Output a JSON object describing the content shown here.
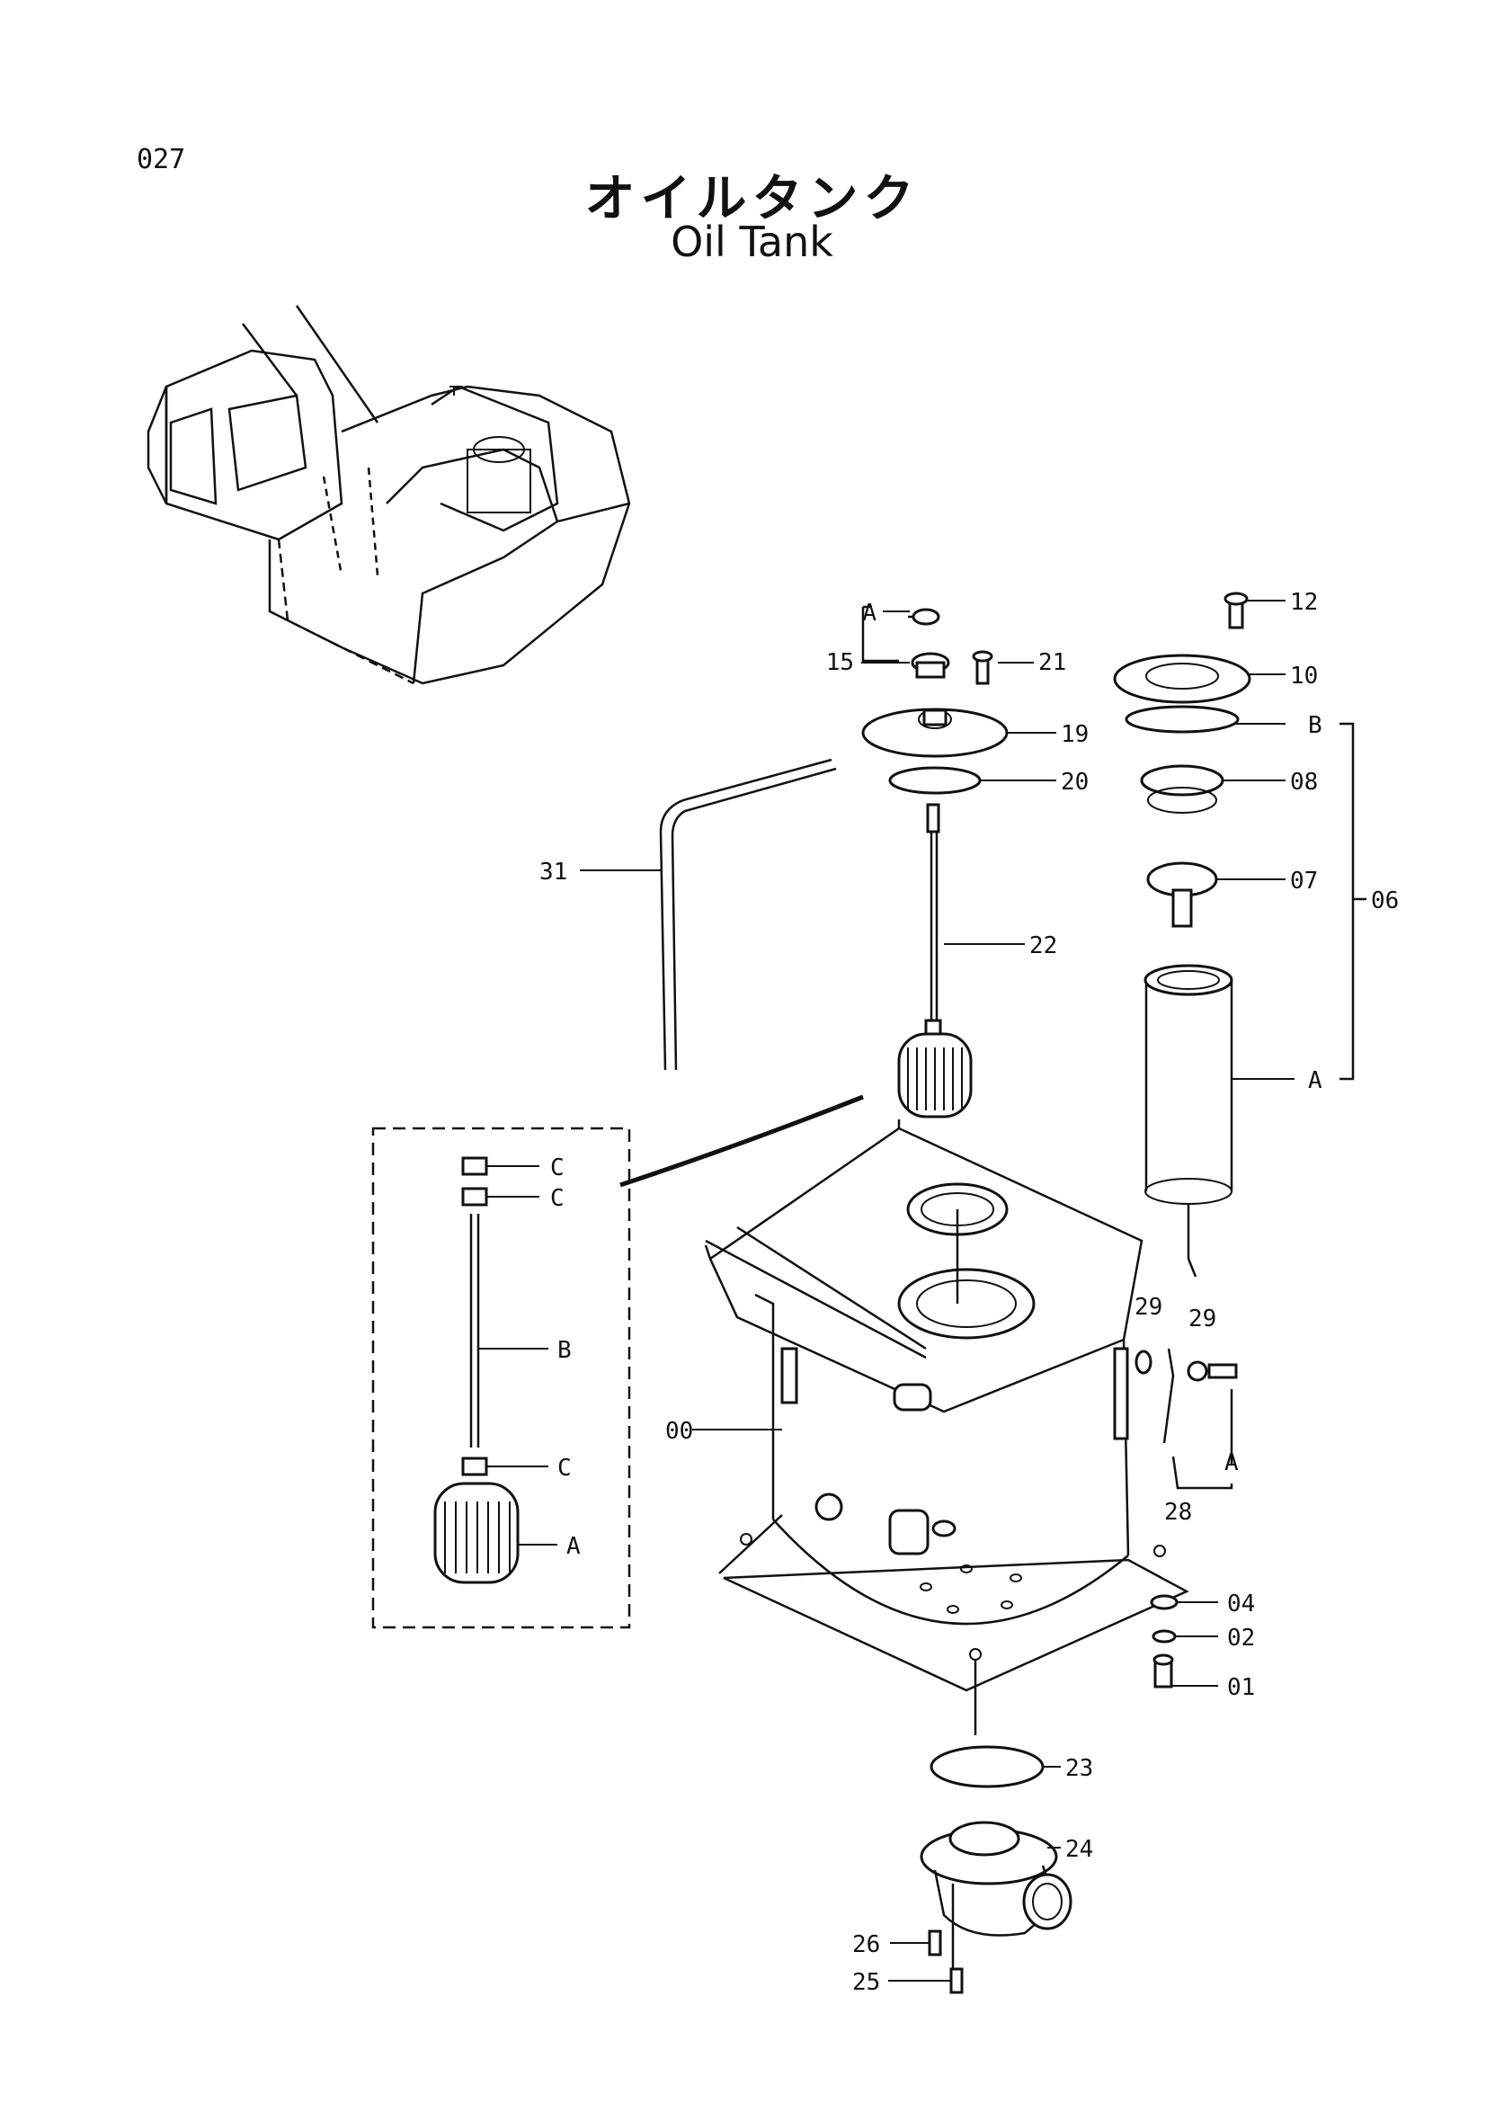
{
  "header": {
    "page_code": "027",
    "title_jp": "オイルタンク",
    "title_en": "Oil Tank"
  },
  "callouts": [
    {
      "id": "A1",
      "text": "A"
    },
    {
      "id": "15",
      "text": "15"
    },
    {
      "id": "21",
      "text": "21"
    },
    {
      "id": "19",
      "text": "19"
    },
    {
      "id": "20",
      "text": "20"
    },
    {
      "id": "31",
      "text": "31"
    },
    {
      "id": "22",
      "text": "22"
    },
    {
      "id": "12",
      "text": "12"
    },
    {
      "id": "10",
      "text": "10"
    },
    {
      "id": "B1",
      "text": "B"
    },
    {
      "id": "08",
      "text": "08"
    },
    {
      "id": "07",
      "text": "07"
    },
    {
      "id": "06",
      "text": "06"
    },
    {
      "id": "A2",
      "text": "A"
    },
    {
      "id": "C1",
      "text": "C"
    },
    {
      "id": "C2",
      "text": "C"
    },
    {
      "id": "B2",
      "text": "B"
    },
    {
      "id": "C3",
      "text": "C"
    },
    {
      "id": "A3",
      "text": "A"
    },
    {
      "id": "00",
      "text": "00"
    },
    {
      "id": "29a",
      "text": "29"
    },
    {
      "id": "29b",
      "text": "29"
    },
    {
      "id": "A4",
      "text": "A"
    },
    {
      "id": "28",
      "text": "28"
    },
    {
      "id": "04",
      "text": "04"
    },
    {
      "id": "02",
      "text": "02"
    },
    {
      "id": "01",
      "text": "01"
    },
    {
      "id": "23",
      "text": "23"
    },
    {
      "id": "24",
      "text": "24"
    },
    {
      "id": "26",
      "text": "26"
    },
    {
      "id": "25",
      "text": "25"
    }
  ]
}
